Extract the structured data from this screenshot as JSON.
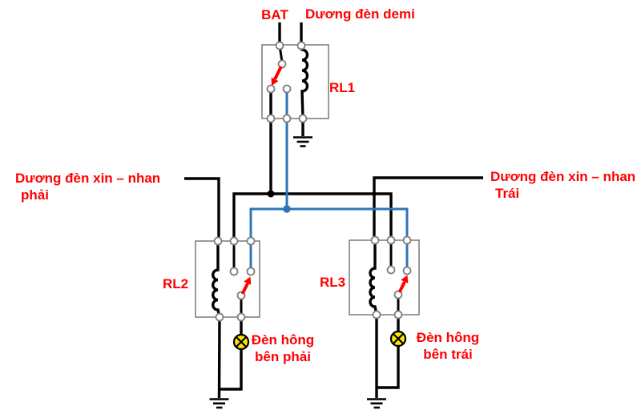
{
  "labels": {
    "bat": "BAT",
    "demi_feed": "Dương đèn demi",
    "rl1": "RL1",
    "rl2": "RL2",
    "rl3": "RL3",
    "right_turn_feed": {
      "line1": "Dương đèn xin – nhan",
      "line2": "phải"
    },
    "left_turn_feed": {
      "line1": "Dương đèn xin – nhan",
      "line2": "Trái"
    },
    "right_side_lamp": {
      "line1": "Đèn hông",
      "line2": "bên phải"
    },
    "left_side_lamp": {
      "line1": "Đèn hông",
      "line2": "bên trái"
    }
  },
  "colors": {
    "label_red": "#FF0000",
    "wire_black": "#000000",
    "wire_blue": "#2E75B6",
    "relay_box_gray": "#808080",
    "terminal_stroke_gray": "#7F7F7F",
    "lamp_yellow": "#FFE800",
    "arrow_red": "#FF0000"
  },
  "symbols": {
    "lamp_icon": "circle-with-x-cross",
    "ground_icon": "three-bar-earth-ground",
    "coil_icon": "four-loop-inductor",
    "switch_icon": "red-arrow-contact-arm",
    "terminal_icon": "open-circle",
    "junction_icon": "filled-dot"
  }
}
